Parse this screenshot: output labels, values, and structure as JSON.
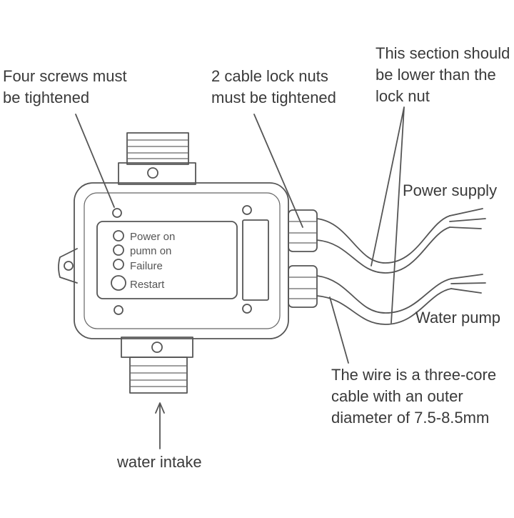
{
  "labels": {
    "screws": [
      "Four screws must",
      "be tightened"
    ],
    "lock_nuts": [
      "2 cable lock nuts",
      "must be tightened"
    ],
    "section": [
      "This section should",
      "be lower than the",
      "lock nut"
    ],
    "power_supply": "Power supply",
    "water_pump": "Water pump",
    "wire": [
      "The wire is a three-core",
      "cable with an outer",
      "diameter of 7.5-8.5mm"
    ],
    "water_intake": "water intake"
  },
  "panel": {
    "power_on": "Power on",
    "pump_on": "pumn on",
    "failure": "Failure",
    "restart": "Restart"
  },
  "colors": {
    "line": "#555555",
    "text": "#3a3a3a",
    "background": "#ffffff"
  }
}
